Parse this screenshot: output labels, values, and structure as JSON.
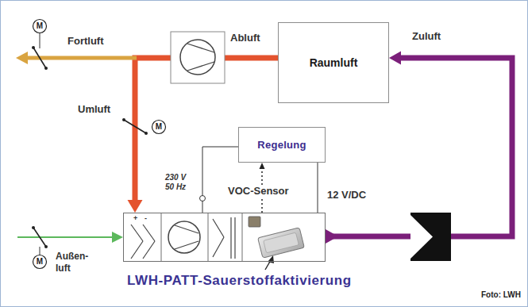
{
  "diagram": {
    "nodes": [
      {
        "text": [
          "Raumluft"
        ]
      },
      {
        "text": [
          "Regelung"
        ]
      },
      {
        "text": [
          "LWH-PATT-Sauerstoffaktivierung"
        ]
      }
    ],
    "edges": [
      {
        "from": 2,
        "to": 0,
        "arrow": "to",
        "label": "Zuluft"
      },
      {
        "from": 0,
        "to": 2,
        "arrow": "to",
        "label": "Umluft"
      },
      {
        "from": 1,
        "to": 2,
        "arrow": "none",
        "label": "230 V 50 Hz"
      },
      {
        "from": 1,
        "to": 2,
        "arrow": "none",
        "label": "12 V/DC"
      },
      {
        "from": 2,
        "to": 1,
        "arrow": "to",
        "label": "VOC-Sensor"
      }
    ],
    "labels": [
      "Fortluft",
      "M",
      "Abluft",
      "M",
      "M",
      "Außen- luft",
      "+",
      "-",
      "Foto: LWH"
    ]
  }
}
